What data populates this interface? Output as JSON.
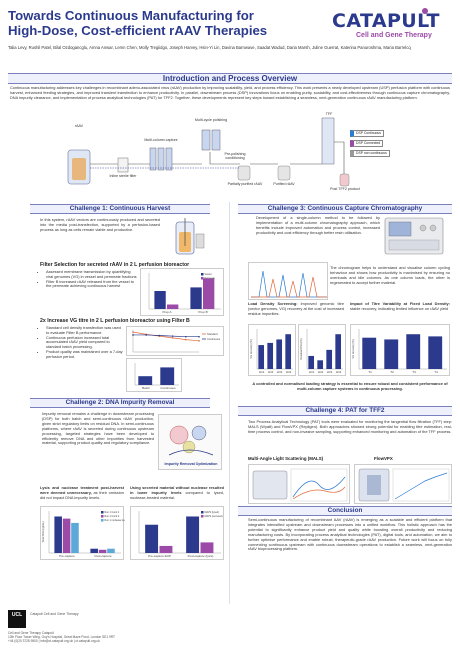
{
  "header": {
    "title_line1": "Towards Continuous Manufacturing for",
    "title_line2": "High-Dose, Cost-efficient rAAV Therapies",
    "logo_word": "CATAPULT",
    "logo_sub": "Cell and Gene Therapy",
    "authors": "Talia Levy, Rushil Patel, Bilal Ozdogancglu, Amna Anwar, Lemn Chen, Molly Tregiidgo, Joseph Harvey, Hsin-Yi Lin, Davina Barnwave, Saadat Wadud, Daria Marsh, Juline Guerrat, Katerina Panuroshma, Maria Barrelcq"
  },
  "intro": {
    "heading": "Introduction and Process Overview",
    "text": "Continuous manufacturing addresses key challenges in recombinant adeno-associated virus (rAAV) production by improving scalability, yield, and process efficiency. This work presents a newly developed upstream (USP) perfusion platform with continuous harvest, enhanced feeding strategies, and improved transient transfection to enhance productivity. In parallel, downstream process (DSP) innovations focus on enabling purity, scalability, and cost-effectiveness through continuous capture chromatography, DNA impurity clearance, and implementation of process analytical technologies (PAT) for TFF2. Together, these developments represent key steps toward establishing a seamless, next-generation continuous rAAV manufacturing platform.",
    "diagram": {
      "rAAV": "rAAV",
      "inline_sterile": "Inline sterile filter",
      "multi_column": "Multi-column capture",
      "multi_polishing": "Multi-cycle polishing",
      "preconditioning": "Pre-polishing conditioning",
      "partially_purified": "Partially purified rAAV",
      "purified": "Purified rAAV",
      "tff": "TFF",
      "post_tff": "Post TFF2 product",
      "legend_dsp_cont": "DSP Continuous",
      "legend_dsp_conn": "DSP Connected",
      "legend_dsp_non": "DSP non continuous"
    }
  },
  "challenge1": {
    "heading": "Challenge 1: Continuous Harvest",
    "text": "In this system, rAAV vectors are continuously produced and secreted into the media post-transfection, supported by a perfusion-based process as long as cells remain viable and productive.",
    "filter_heading": "Filter Selection for secreted rAAV in 2 L perfusion bioreactor",
    "bullets1": [
      "Assessed membrane transmission by quantifying viral genomes (VG) in vessel and permeate fractions",
      "Filter B increased rAAV released from the vessel to the permeate achieving continuous harvest"
    ],
    "increase_heading": "2x Increase VG titre in 2 L perfusion bioreactor using Filter B",
    "bullets2": [
      "Standard cell density transfection was used to evaluate Filter B performance.",
      "Continuous perfusion increased total accumulated rAAV yield compared to standard batch processing.",
      "Product quality was maintained over a 7-day perfusion period."
    ]
  },
  "challenge2": {
    "heading": "Challenge 2: DNA Impurity Removal",
    "text": "Impurity removal remains a challenge in downstream processing (DSP) for both batch and semi-continuous rAAV production, given strict regulatory limits on residual DNA. In semi-continuous platforms, where rAAV is secreted during continuous upstream processing, targeted strategies have been developed to efficiently remove DNA and other impurities from harvested material, supporting product quality and regulatory compliance.",
    "img_label": "Impurity Removal Optimization",
    "lysis_heading": "Lysis and nuclease treatment post-harvest were deemed unnecessary,",
    "lysis_text": "as their omission did not impact DNA impurity levels.",
    "secreted_heading": "Using secreted material without nuclease resulted in lower impurity levels",
    "secreted_text": "compared to lysed, nuclease-treated material."
  },
  "challenge3": {
    "heading": "Challenge 3: Continuous Capture Chromatography",
    "text": "Development of a single-column method to be followed by implementation of a multi-column chromatography approach, which benefits include improved automation and process control, increased productivity and cost efficiency through better resin utilisation.",
    "mid_text": "The chromogram helps to understand and visualise column cycling behaviour and shows how productivity is maximised by ensuring no overloads and idle columns. As one column loads, the other is regenerated to accept further material.",
    "load_density_heading": "Load Density Screening:",
    "load_density_text": "improved genomic titre (vector genomes, VG) recovery at the cost of increased residue impurities.",
    "impact_heading": "Impact of Titre Variability at Fixed Load Density:",
    "impact_text": "stable recovery, indicating limited influence on rAAV yield",
    "conclusion": "A controlled and normalised loading strategy is essential to ensure robust and consistent performance of multi-column capture systems in continuous processing."
  },
  "challenge4": {
    "heading": "Challenge 4: PAT for TFF2",
    "text": "Two Process Analytical Technology (PAT) tools were evaluated for monitoring the tangential flow filtration (TFF) step: MALS (Wyatt) and FlowVPX (Repligen). Both approaches showed strong potential for enabling titre estimation, real-time process control, and non-invasive sampling, supporting enhanced monitoring and automation of the TFF process.",
    "mals_label": "Multi-Angle Light Scattering (MALS)",
    "flowvpx_label": "FlowVPX"
  },
  "conclusion": {
    "heading": "Conclusion",
    "text": "Semi-continuous manufacturing of recombinant AAV (rAAV) is emerging as a scalable and efficient platform that integrates intensified upstream and downstream processes into a unified workflow. This holistic approach has the potential to significantly enhance product yield and quality while boosting overall productivity and reducing manufacturing costs. By incorporating process analytical technologies (PAT), digital tools, and automation, we aim to further optimise performance and enable robust, therapeutic-grade rAAV production. Future work will focus on fully connecting continuous upstream with continuous downstream operations to establish a seamless, next-generation rAAV bioprocessing platform."
  },
  "footer": {
    "mark": "UCL",
    "lab": "Catapult Cell and Gene Therapy",
    "text1": "Cell and Gene Therapy Catapult",
    "text2": "12th Floor Tower Wing, Guy's Hospital, Great Maze Pond, London SE1 9RT",
    "text3": "+44 (0)20 3728 9500 | info@ct.catapult.org.uk | ct.catapult.org.uk"
  },
  "chart_data": [
    {
      "type": "bar",
      "categories": [
        "Prep A",
        "Prep B"
      ],
      "series": [
        {
          "name": "Vessel",
          "values": [
            2.0,
            2.4
          ]
        },
        {
          "name": "Permeate",
          "values": [
            0.5,
            3.4
          ]
        }
      ],
      "ylim": [
        0,
        4
      ]
    },
    {
      "type": "line",
      "series": [
        {
          "name": "Standard",
          "values": [
            3.4,
            3.0,
            2.7,
            2.4,
            2.1,
            1.9
          ]
        },
        {
          "name": "Continuous",
          "values": [
            2.9,
            2.9,
            2.8,
            2.7,
            2.6,
            2.6
          ]
        }
      ]
    },
    {
      "type": "bar",
      "categories": [
        "Batch",
        "Continuous"
      ],
      "values": [
        1,
        2
      ],
      "ylim": [
        0,
        2.5
      ]
    },
    {
      "type": "bar",
      "categories": [
        "Pre-capture",
        "Post-capture"
      ],
      "series": [
        {
          "name": "Run 1 Cond 1",
          "values": [
            3.4,
            0.4
          ]
        },
        {
          "name": "Run 1 Cond 2",
          "values": [
            3.2,
            0.3
          ]
        },
        {
          "name": "Run 1 nuclease treatment",
          "values": [
            2.8,
            0.4
          ]
        }
      ],
      "xlabel": "",
      "ylabel": "Total DNA (ng/mL)"
    },
    {
      "type": "bar",
      "categories": [
        "Pre-capture EOP",
        "Post-capture (lysis)"
      ],
      "series": [
        {
          "name": "MAVS (lysed)",
          "values": [
            2.4,
            3.1
          ]
        },
        {
          "name": "MAVS (secreted)",
          "values": [
            0.6,
            0.9
          ]
        }
      ]
    },
    {
      "type": "bar",
      "categories": [
        "LD1",
        "LD2",
        "LD3",
        "LD4"
      ],
      "values": [
        55,
        60,
        68,
        80
      ],
      "ylabel": "VG recovery (%)"
    },
    {
      "type": "bar",
      "categories": [
        "LD1",
        "LD2",
        "LD3",
        "LD4"
      ],
      "values": [
        15,
        10,
        22,
        40
      ],
      "ylabel": "Residual DNA (%)"
    },
    {
      "type": "bar",
      "categories": [
        "T1",
        "T2",
        "T3",
        "T4"
      ],
      "values": [
        72,
        68,
        80,
        75
      ],
      "ylabel": "VG recovery (%)"
    }
  ]
}
